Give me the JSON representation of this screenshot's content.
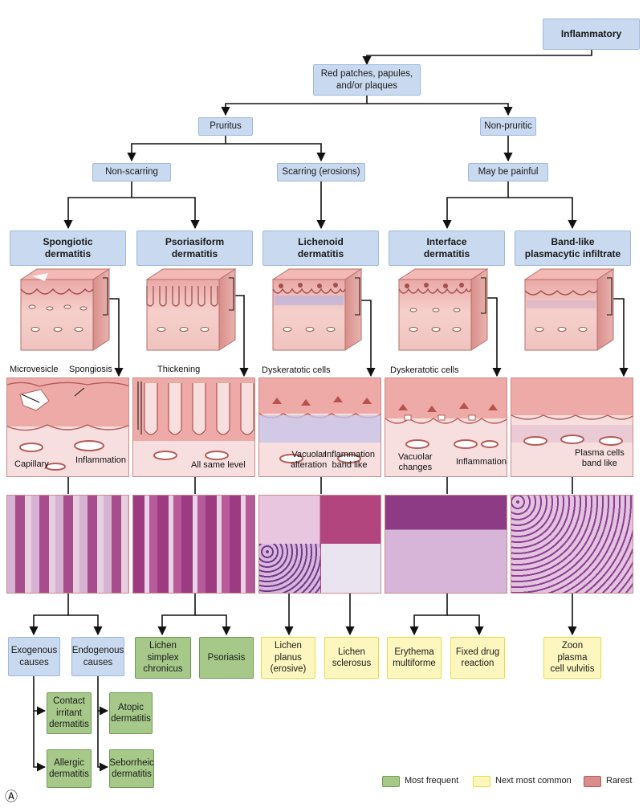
{
  "root": "Inflammatory",
  "level1": "Red patches, papules,\nand/or plaques",
  "pruritus": "Pruritus",
  "non_pruritic": "Non-pruritic",
  "non_scarring": "Non-scarring",
  "scarring": "Scarring (erosions)",
  "painful": "May be painful",
  "patterns": [
    {
      "title": "Spongiotic\ndermatitis"
    },
    {
      "title": "Psoriasiform\ndermatitis"
    },
    {
      "title": "Lichenoid\ndermatitis"
    },
    {
      "title": "Interface\ndermatitis"
    },
    {
      "title": "Band-like\nplasmacytic infiltrate"
    }
  ],
  "labels": {
    "microvesicle": "Microvesicle",
    "spongiosis": "Spongiosis",
    "capillary": "Capillary",
    "inflammation": "Inflammation",
    "thickening": "Thickening",
    "all_same_level": "All same level",
    "dyskeratotic_1": "Dyskeratotic cells",
    "vacuolar_alteration": "Vacuolar\nalteration",
    "inflammation_band": "Inflammation\nband like",
    "dyskeratotic_2": "Dyskeratotic cells",
    "vacuolar_changes": "Vacuolar\nchanges",
    "inflammation_2": "Inflammation",
    "plasma_cells": "Plasma cells\nband like"
  },
  "causes": {
    "exogenous": "Exogenous\ncauses",
    "endogenous": "Endogenous\ncauses"
  },
  "diagnoses": {
    "contact_irritant": "Contact\nirritant\ndermatitis",
    "allergic": "Allergic\ndermatitis",
    "atopic": "Atopic\ndermatitis",
    "seborrheic": "Seborrheic\ndermatitis",
    "lichen_simplex": "Lichen\nsimplex\nchronicus",
    "psoriasis": "Psoriasis",
    "lichen_planus": "Lichen\nplanus\n(erosive)",
    "lichen_sclerosus": "Lichen\nsclerosus",
    "erythema_multiforme": "Erythema\nmultiforme",
    "fixed_drug": "Fixed drug\nreaction",
    "zoon": "Zoon\nplasma\ncell vulvitis"
  },
  "legend": [
    {
      "label": "Most frequent",
      "color": "#a6c98a"
    },
    {
      "label": "Next most common",
      "color": "#fdf7bf"
    },
    {
      "label": "Rarest",
      "color": "#d98c8c"
    }
  ],
  "panel_mark": "Ⓐ"
}
